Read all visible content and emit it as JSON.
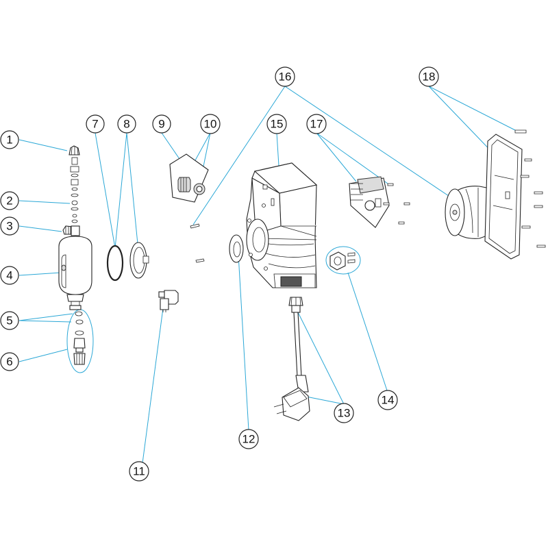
{
  "callouts": [
    {
      "id": "1",
      "label": "1"
    },
    {
      "id": "2",
      "label": "2"
    },
    {
      "id": "3",
      "label": "3"
    },
    {
      "id": "4",
      "label": "4"
    },
    {
      "id": "5",
      "label": "5"
    },
    {
      "id": "6",
      "label": "6"
    },
    {
      "id": "7",
      "label": "7"
    },
    {
      "id": "8",
      "label": "8"
    },
    {
      "id": "9",
      "label": "9"
    },
    {
      "id": "10",
      "label": "10"
    },
    {
      "id": "11",
      "label": "11"
    },
    {
      "id": "12",
      "label": "12"
    },
    {
      "id": "13",
      "label": "13"
    },
    {
      "id": "14",
      "label": "14"
    },
    {
      "id": "15",
      "label": "15"
    },
    {
      "id": "16",
      "label": "16"
    },
    {
      "id": "17",
      "label": "17"
    },
    {
      "id": "18",
      "label": "18"
    }
  ],
  "colors": {
    "leader": "#2aa7d6",
    "outline": "#222222",
    "background": "#ffffff"
  }
}
